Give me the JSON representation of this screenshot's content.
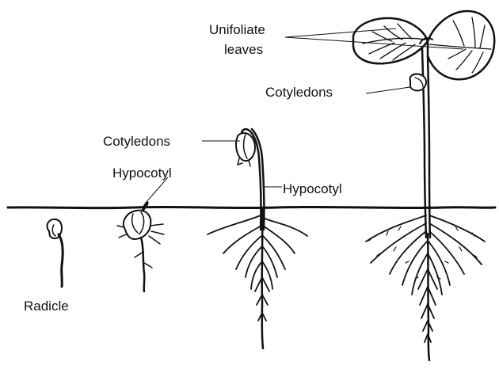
{
  "labels": {
    "unifoliate_line1": "Unifoliate",
    "unifoliate_line2": "leaves",
    "cotyledons_stage4": "Cotyledons",
    "cotyledons_stage3": "Cotyledons",
    "hypocotyl_stage2": "Hypocotyl",
    "hypocotyl_stage3": "Hypocotyl",
    "radicle": "Radicle"
  },
  "colors": {
    "ink": "#111111",
    "background": "#ffffff"
  }
}
